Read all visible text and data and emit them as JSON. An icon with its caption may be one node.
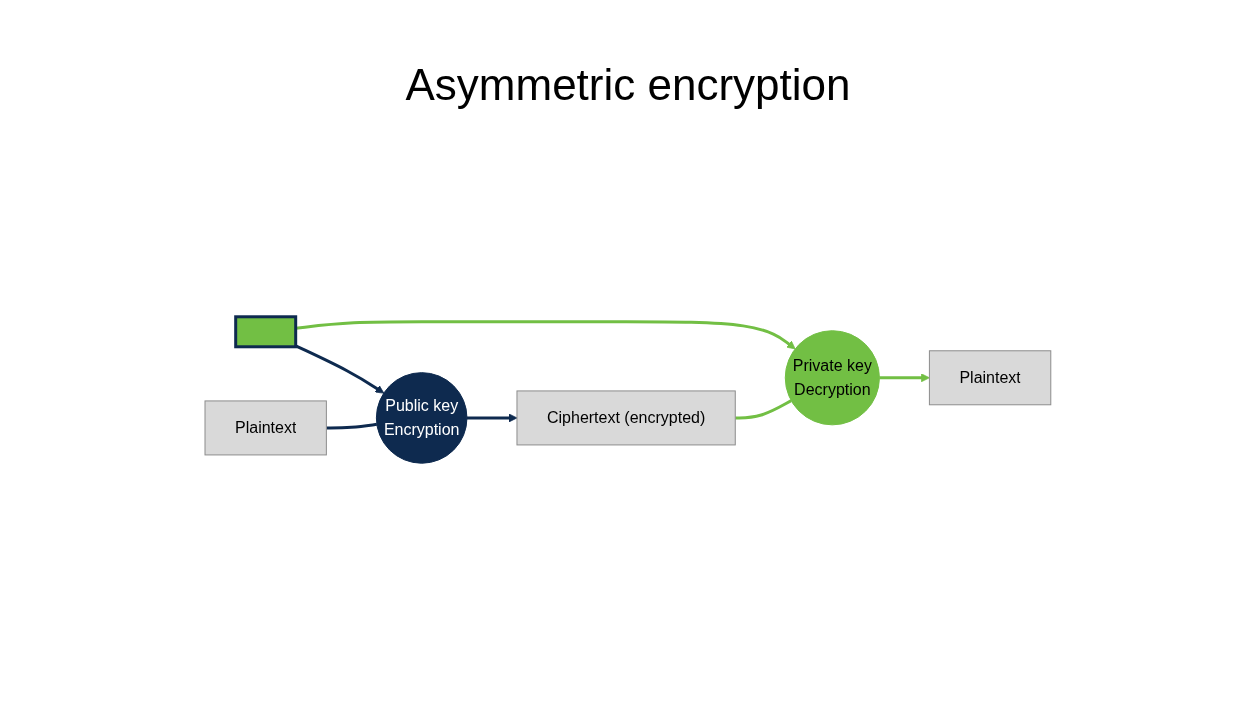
{
  "diagram": {
    "title": "Asymmetric encryption",
    "nodes": [
      {
        "text": [],
        "shape": "box"
      },
      {
        "text": [
          "Plaintext"
        ]
      },
      {
        "text": [
          "Public key",
          "Encryption"
        ]
      },
      {
        "text": [
          "Ciphertext (encrypted)"
        ]
      },
      {
        "text": [
          "Private key",
          "Decryption"
        ]
      },
      {
        "text": [
          "Plaintext"
        ]
      }
    ],
    "edges": [
      {
        "from": 0,
        "to": 2,
        "arrow": "to",
        "color": "#0e2a4f"
      },
      {
        "from": 0,
        "to": 4,
        "arrow": "to",
        "color": "#72bf44"
      },
      {
        "from": 1,
        "to": 2,
        "arrow": "none",
        "color": "#0e2a4f"
      },
      {
        "from": 2,
        "to": 3,
        "arrow": "to",
        "color": "#0e2a4f"
      },
      {
        "from": 3,
        "to": 4,
        "arrow": "none",
        "color": "#72bf44"
      },
      {
        "from": 4,
        "to": 5,
        "arrow": "to",
        "color": "#72bf44"
      }
    ]
  }
}
